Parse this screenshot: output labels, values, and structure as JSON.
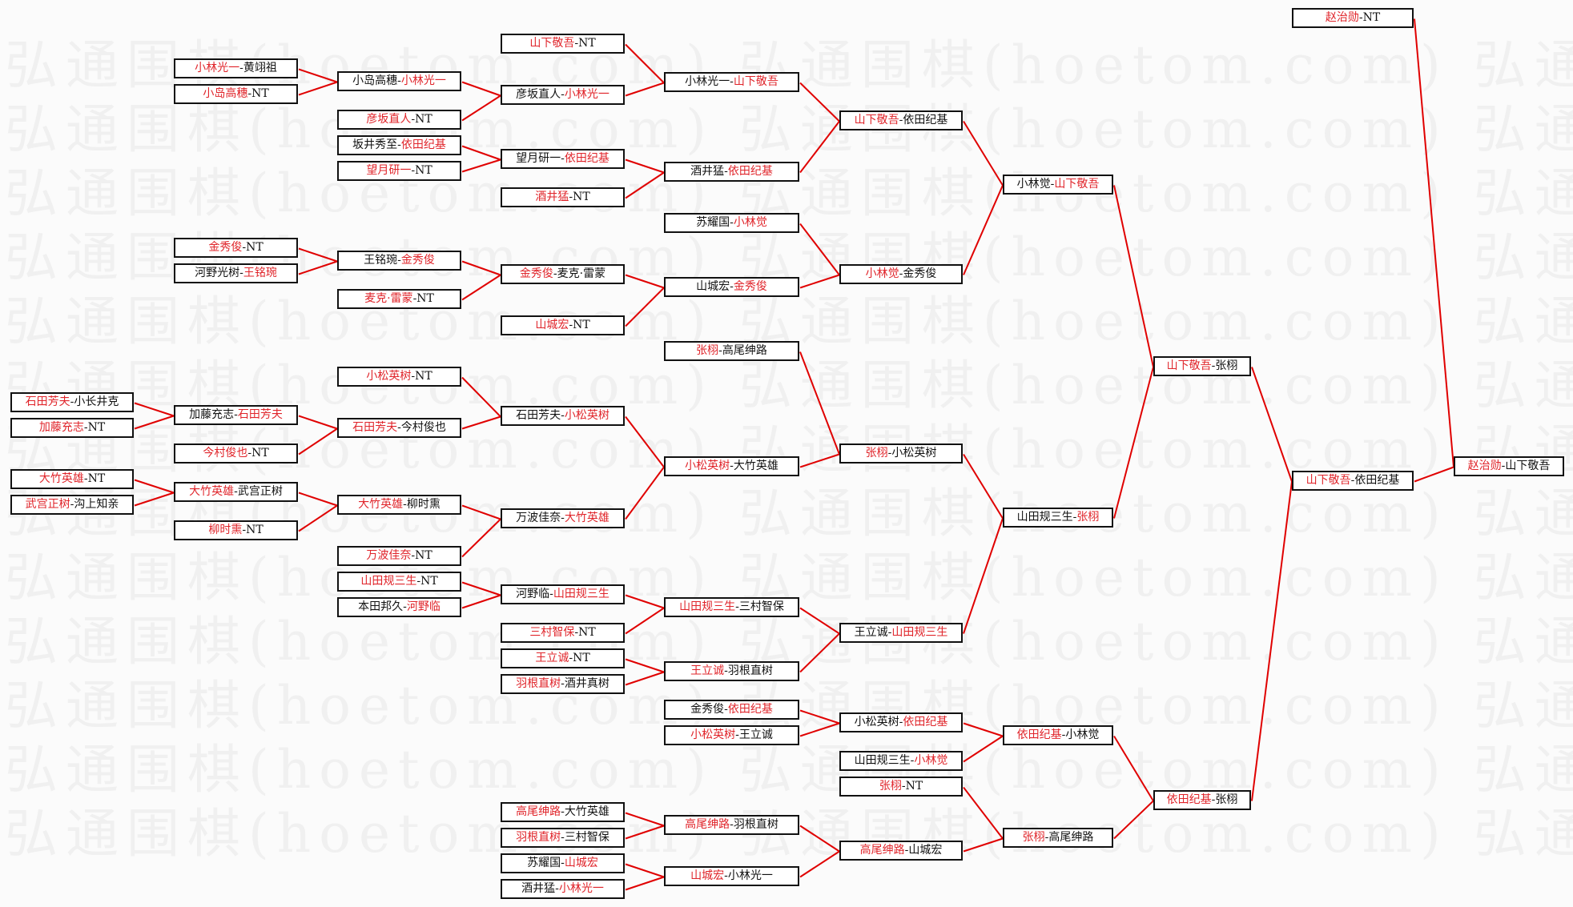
{
  "watermark": "弘通围棋(hoetom.com)",
  "colors": {
    "winner": "#e0242a",
    "line": "#e00000",
    "border": "#111111",
    "background": "#fbfbfb"
  },
  "separator": "-",
  "bye_label": "NT",
  "columns": [
    {
      "round": "A",
      "matches": [
        {
          "id": "A1",
          "p1": "石田芳夫",
          "p2": "小长井克",
          "winner": 1
        },
        {
          "id": "A2",
          "p1": "加藤充志",
          "p2": "NT",
          "winner": 1
        },
        {
          "id": "A3",
          "p1": "大竹英雄",
          "p2": "NT",
          "winner": 1
        },
        {
          "id": "A4",
          "p1": "武宫正树",
          "p2": "沟上知亲",
          "winner": 1
        }
      ]
    },
    {
      "round": "B",
      "matches": [
        {
          "id": "B1",
          "p1": "小林光一",
          "p2": "黄翊祖",
          "winner": 1
        },
        {
          "id": "B2",
          "p1": "小岛高穗",
          "p2": "NT",
          "winner": 1
        },
        {
          "id": "B3",
          "p1": "金秀俊",
          "p2": "NT",
          "winner": 1
        },
        {
          "id": "B4",
          "p1": "河野光树",
          "p2": "王铭琬",
          "winner": 2
        },
        {
          "id": "B5",
          "p1": "加藤充志",
          "p2": "石田芳夫",
          "winner": 2
        },
        {
          "id": "B6",
          "p1": "今村俊也",
          "p2": "NT",
          "winner": 1
        },
        {
          "id": "B7",
          "p1": "大竹英雄",
          "p2": "武宫正树",
          "winner": 1
        },
        {
          "id": "B8",
          "p1": "柳时熏",
          "p2": "NT",
          "winner": 1
        }
      ]
    },
    {
      "round": "C",
      "matches": [
        {
          "id": "C1",
          "p1": "小岛高穗",
          "p2": "小林光一",
          "winner": 2
        },
        {
          "id": "C2",
          "p1": "彦坂直人",
          "p2": "NT",
          "winner": 1
        },
        {
          "id": "C3",
          "p1": "坂井秀至",
          "p2": "依田纪基",
          "winner": 2
        },
        {
          "id": "C4",
          "p1": "望月研一",
          "p2": "NT",
          "winner": 1
        },
        {
          "id": "C5",
          "p1": "王铭琬",
          "p2": "金秀俊",
          "winner": 2
        },
        {
          "id": "C6",
          "p1": "麦克·雷蒙",
          "p2": "NT",
          "winner": 1
        },
        {
          "id": "C7",
          "p1": "小松英树",
          "p2": "NT",
          "winner": 1
        },
        {
          "id": "C8",
          "p1": "石田芳夫",
          "p2": "今村俊也",
          "winner": 1
        },
        {
          "id": "C9",
          "p1": "大竹英雄",
          "p2": "柳时熏",
          "winner": 1
        },
        {
          "id": "C10",
          "p1": "万波佳奈",
          "p2": "NT",
          "winner": 1
        },
        {
          "id": "C11",
          "p1": "山田规三生",
          "p2": "NT",
          "winner": 1
        },
        {
          "id": "C12",
          "p1": "本田邦久",
          "p2": "河野临",
          "winner": 2
        }
      ]
    },
    {
      "round": "D",
      "matches": [
        {
          "id": "D1",
          "p1": "山下敬吾",
          "p2": "NT",
          "winner": 1
        },
        {
          "id": "D2",
          "p1": "彦坂直人",
          "p2": "小林光一",
          "winner": 2
        },
        {
          "id": "D3",
          "p1": "望月研一",
          "p2": "依田纪基",
          "winner": 2
        },
        {
          "id": "D4",
          "p1": "酒井猛",
          "p2": "NT",
          "winner": 1
        },
        {
          "id": "D5",
          "p1": "金秀俊",
          "p2": "麦克·雷蒙",
          "winner": 1
        },
        {
          "id": "D6",
          "p1": "山城宏",
          "p2": "NT",
          "winner": 1
        },
        {
          "id": "D7",
          "p1": "石田芳夫",
          "p2": "小松英树",
          "winner": 2
        },
        {
          "id": "D8",
          "p1": "万波佳奈",
          "p2": "大竹英雄",
          "winner": 2
        },
        {
          "id": "D9",
          "p1": "河野临",
          "p2": "山田规三生",
          "winner": 2
        },
        {
          "id": "D10",
          "p1": "三村智保",
          "p2": "NT",
          "winner": 1
        },
        {
          "id": "D11",
          "p1": "王立诚",
          "p2": "NT",
          "winner": 1
        },
        {
          "id": "D12",
          "p1": "羽根直树",
          "p2": "酒井真树",
          "winner": 1
        },
        {
          "id": "D13",
          "p1": "高尾绅路",
          "p2": "大竹英雄",
          "winner": 1
        },
        {
          "id": "D14",
          "p1": "羽根直树",
          "p2": "三村智保",
          "winner": 1
        },
        {
          "id": "D15",
          "p1": "苏耀国",
          "p2": "山城宏",
          "winner": 2
        },
        {
          "id": "D16",
          "p1": "酒井猛",
          "p2": "小林光一",
          "winner": 2
        }
      ]
    },
    {
      "round": "E",
      "matches": [
        {
          "id": "E1",
          "p1": "小林光一",
          "p2": "山下敬吾",
          "winner": 2
        },
        {
          "id": "E2",
          "p1": "酒井猛",
          "p2": "依田纪基",
          "winner": 2
        },
        {
          "id": "E3",
          "p1": "苏耀国",
          "p2": "小林觉",
          "winner": 2
        },
        {
          "id": "E4",
          "p1": "山城宏",
          "p2": "金秀俊",
          "winner": 2
        },
        {
          "id": "E5",
          "p1": "张栩",
          "p2": "高尾绅路",
          "winner": 1
        },
        {
          "id": "E6",
          "p1": "小松英树",
          "p2": "大竹英雄",
          "winner": 1
        },
        {
          "id": "E7",
          "p1": "山田规三生",
          "p2": "三村智保",
          "winner": 1
        },
        {
          "id": "E8",
          "p1": "王立诚",
          "p2": "羽根直树",
          "winner": 1
        },
        {
          "id": "E9",
          "p1": "金秀俊",
          "p2": "依田纪基",
          "winner": 2
        },
        {
          "id": "E10",
          "p1": "小松英树",
          "p2": "王立诚",
          "winner": 1
        },
        {
          "id": "E11",
          "p1": "高尾绅路",
          "p2": "羽根直树",
          "winner": 1
        },
        {
          "id": "E12",
          "p1": "山城宏",
          "p2": "小林光一",
          "winner": 1
        }
      ]
    },
    {
      "round": "F",
      "matches": [
        {
          "id": "F1",
          "p1": "山下敬吾",
          "p2": "依田纪基",
          "winner": 1
        },
        {
          "id": "F2",
          "p1": "小林觉",
          "p2": "金秀俊",
          "winner": 1
        },
        {
          "id": "F3",
          "p1": "张栩",
          "p2": "小松英树",
          "winner": 1
        },
        {
          "id": "F4",
          "p1": "王立诚",
          "p2": "山田规三生",
          "winner": 2
        },
        {
          "id": "F5",
          "p1": "小松英树",
          "p2": "依田纪基",
          "winner": 2
        },
        {
          "id": "F6",
          "p1": "山田规三生",
          "p2": "小林觉",
          "winner": 2
        },
        {
          "id": "F7",
          "p1": "张栩",
          "p2": "NT",
          "winner": 1
        },
        {
          "id": "F8",
          "p1": "高尾绅路",
          "p2": "山城宏",
          "winner": 1
        }
      ]
    },
    {
      "round": "G",
      "matches": [
        {
          "id": "G1",
          "p1": "小林觉",
          "p2": "山下敬吾",
          "winner": 2
        },
        {
          "id": "G2",
          "p1": "山田规三生",
          "p2": "张栩",
          "winner": 2
        },
        {
          "id": "G3",
          "p1": "依田纪基",
          "p2": "小林觉",
          "winner": 1
        },
        {
          "id": "G4",
          "p1": "张栩",
          "p2": "高尾绅路",
          "winner": 1
        }
      ]
    },
    {
      "round": "H",
      "matches": [
        {
          "id": "H1",
          "p1": "山下敬吾",
          "p2": "张栩",
          "winner": 1
        },
        {
          "id": "H2",
          "p1": "依田纪基",
          "p2": "张栩",
          "winner": 1
        }
      ]
    },
    {
      "round": "I",
      "matches": [
        {
          "id": "I1",
          "p1": "赵治勋",
          "p2": "NT",
          "winner": 1
        },
        {
          "id": "I2",
          "p1": "山下敬吾",
          "p2": "依田纪基",
          "winner": 1
        }
      ]
    },
    {
      "round": "J",
      "matches": [
        {
          "id": "J1",
          "p1": "赵治勋",
          "p2": "山下敬吾",
          "winner": 1
        }
      ]
    }
  ],
  "connections": [
    [
      "A1",
      "A2",
      "B5"
    ],
    [
      "A3",
      "A4",
      "B7"
    ],
    [
      "B1",
      "B2",
      "C1"
    ],
    [
      "B3",
      "B4",
      "C5"
    ],
    [
      "B5",
      "B6",
      "C8"
    ],
    [
      "B7",
      "B8",
      "C9"
    ],
    [
      "C1",
      "C2",
      "D2"
    ],
    [
      "C3",
      "C4",
      "D3"
    ],
    [
      "C5",
      "C6",
      "D5"
    ],
    [
      "C7",
      "C8",
      "D7"
    ],
    [
      "C9",
      "C10",
      "D8"
    ],
    [
      "C11",
      "C12",
      "D9"
    ],
    [
      "D1",
      "D2",
      "E1"
    ],
    [
      "D3",
      "D4",
      "E2"
    ],
    [
      "D5",
      "D6",
      "E4"
    ],
    [
      "D7",
      "D8",
      "E6"
    ],
    [
      "D9",
      "D10",
      "E7"
    ],
    [
      "D11",
      "D12",
      "E8"
    ],
    [
      "D13",
      "D14",
      "E11"
    ],
    [
      "D15",
      "D16",
      "E12"
    ],
    [
      "E1",
      "E2",
      "F1"
    ],
    [
      "E3",
      "E4",
      "F2"
    ],
    [
      "E5",
      "E6",
      "F3"
    ],
    [
      "E7",
      "E8",
      "F4"
    ],
    [
      "E9",
      "E10",
      "F5"
    ],
    [
      "E11",
      "E12",
      "F8"
    ],
    [
      "F1",
      "F2",
      "G1"
    ],
    [
      "F3",
      "F4",
      "G2"
    ],
    [
      "F5",
      "F6",
      "G3"
    ],
    [
      "F7",
      "F8",
      "G4"
    ],
    [
      "G1",
      "G2",
      "H1"
    ],
    [
      "G3",
      "G4",
      "H2"
    ],
    [
      "H1",
      "H2",
      "I2"
    ],
    [
      "I1",
      "I2",
      "J1"
    ]
  ]
}
